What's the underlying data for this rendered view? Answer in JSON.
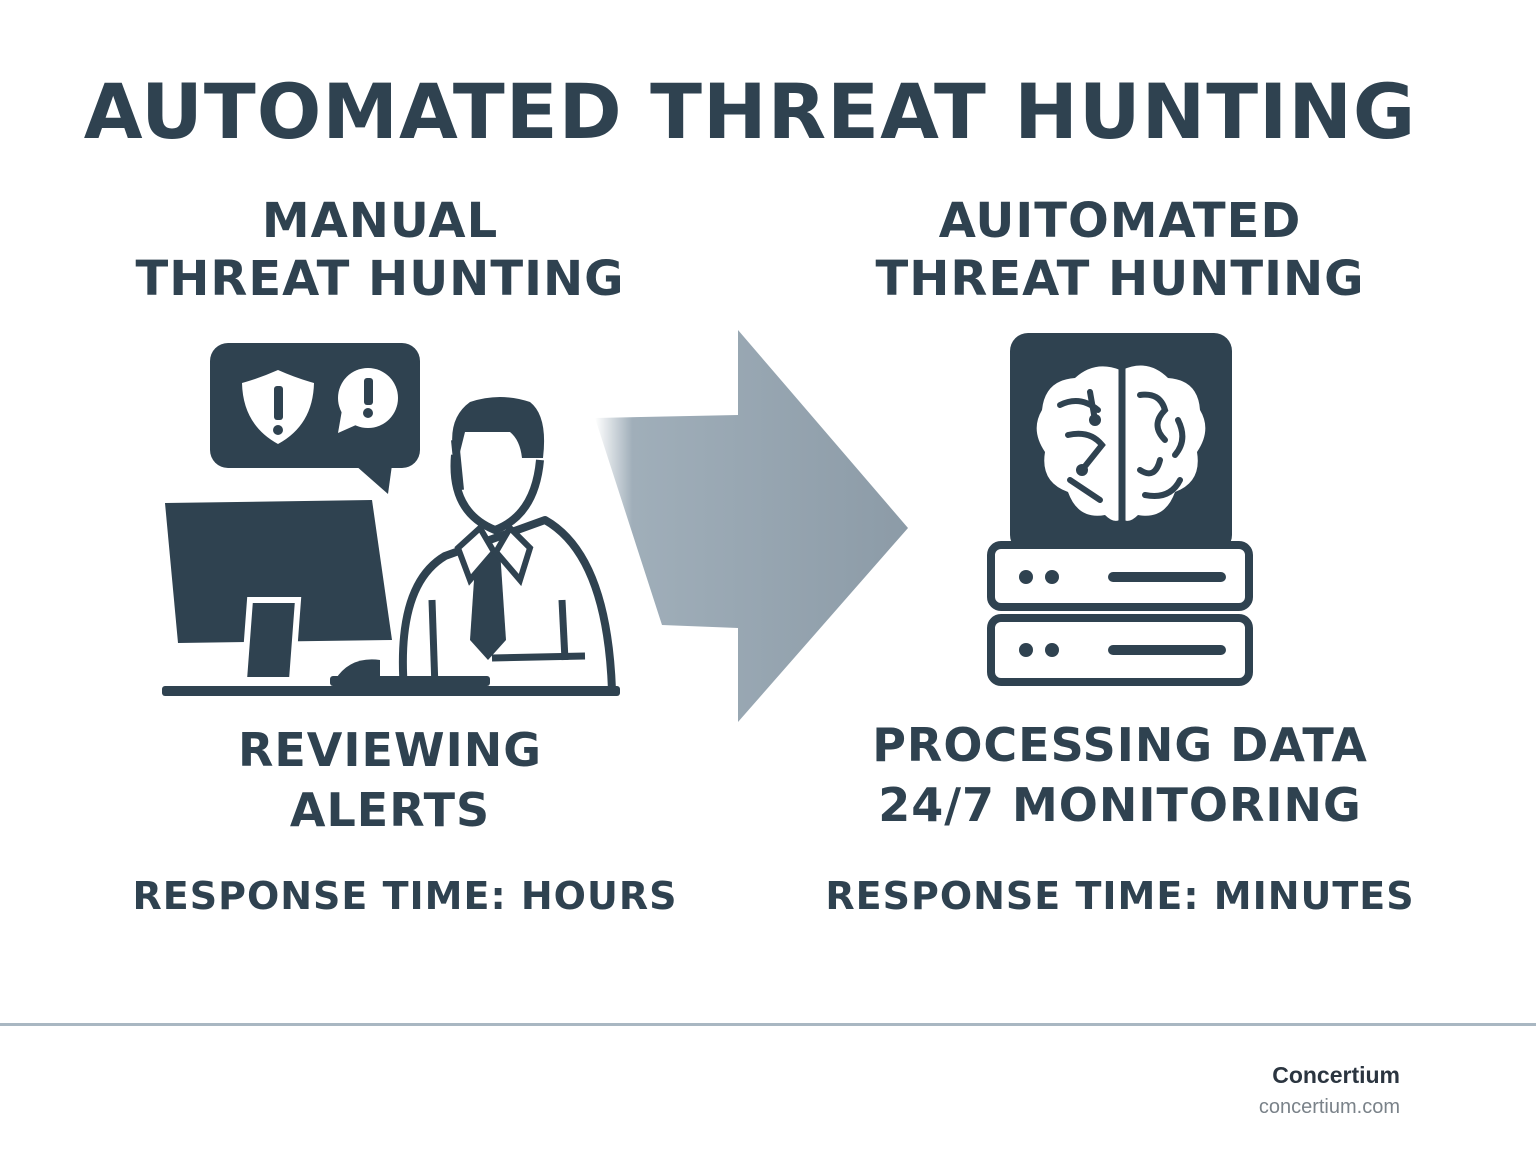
{
  "title": "AUTOMATED THREAT HUNTING",
  "manual": {
    "heading_line1": "MANUAL",
    "heading_line2": "THREAT HUNTING",
    "caption_line1": "REVIEWING",
    "caption_line2": "ALERTS",
    "response": "RESPONSE TIME: HOURS"
  },
  "automated": {
    "heading_line1": "AUITOMATED",
    "heading_line2": "THREAT HUNTING",
    "caption_line1": "PROCESSING DATA",
    "caption_line2": "24/7 MONITORING",
    "response": "RESPONSE TIME: MINUTES"
  },
  "footer": {
    "brand": "Concertium",
    "url": "concertium.com"
  },
  "icons": {
    "left": [
      "shield-alert-icon",
      "speech-bubble-alert-icon",
      "computer-monitor-icon",
      "person-at-desk-icon"
    ],
    "center": "arrow-right-icon",
    "right": [
      "ai-brain-icon",
      "server-rack-icon"
    ]
  },
  "colors": {
    "ink": "#2f4250",
    "arrow": "#8fa0ad",
    "divider": "#a9b7c2"
  }
}
